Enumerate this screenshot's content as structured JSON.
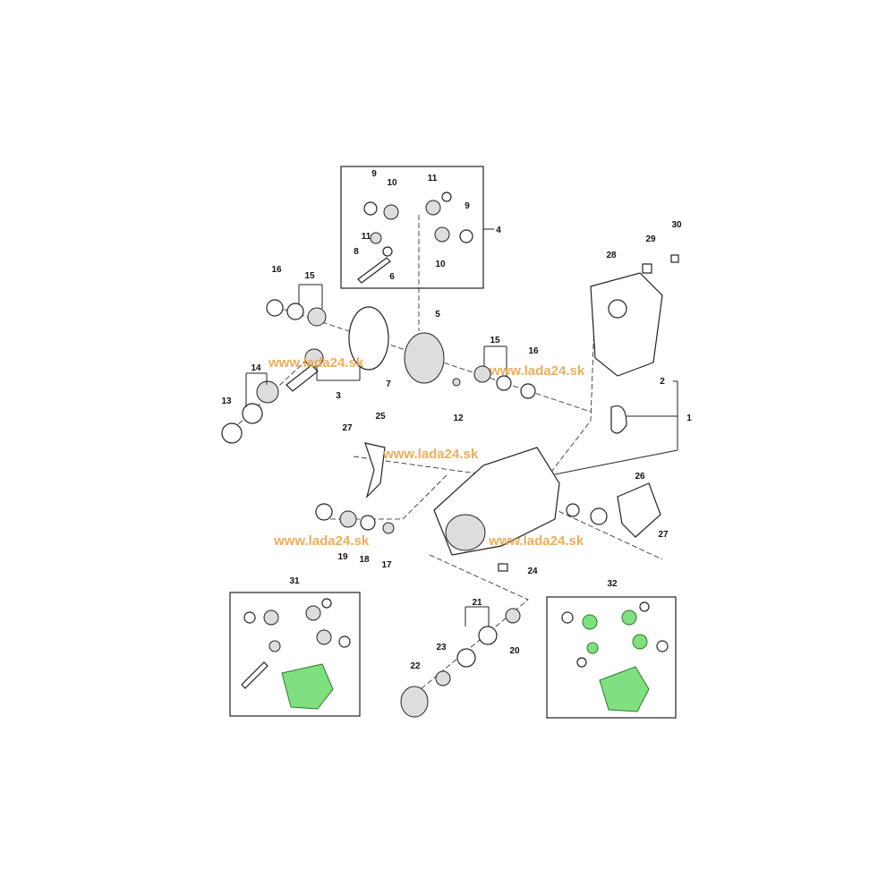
{
  "watermark": "www.lada24.sk",
  "callouts": [
    "9",
    "10",
    "11",
    "9",
    "4",
    "11",
    "8",
    "10",
    "6",
    "30",
    "29",
    "28",
    "16",
    "15",
    "5",
    "15",
    "16",
    "14",
    "7",
    "3",
    "2",
    "1",
    "13",
    "12",
    "27",
    "25",
    "26",
    "27",
    "19",
    "18",
    "17",
    "24",
    "31",
    "32",
    "21",
    "20",
    "23",
    "22"
  ]
}
